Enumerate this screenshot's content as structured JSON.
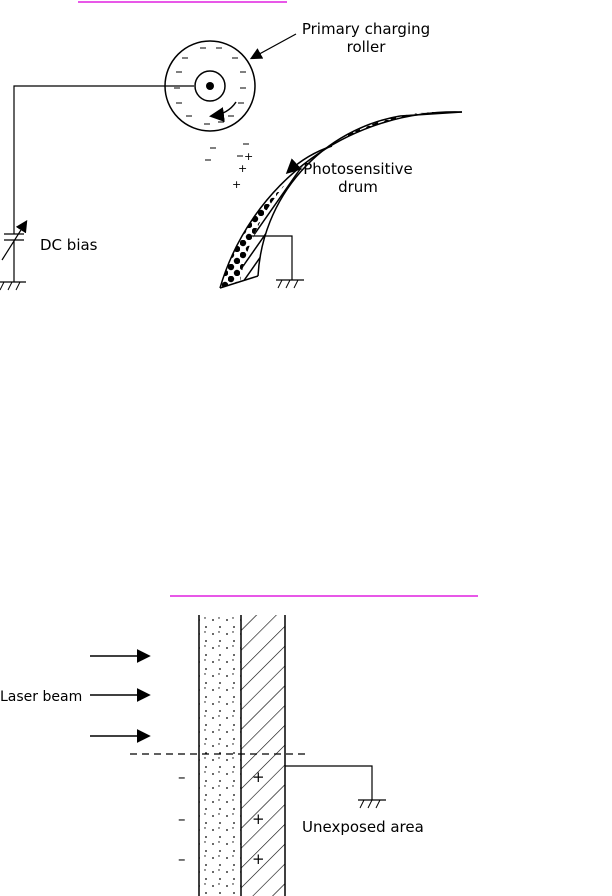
{
  "figure_top": {
    "primary_charging_roller_label": [
      "Primary charging",
      "roller"
    ],
    "photosensitive_drum_label": [
      "Photosensitive",
      "drum"
    ],
    "dc_bias_label": "DC bias",
    "roller_charge_sign": "–",
    "drum_charge_signs": {
      "positive": "+",
      "negative": "–"
    }
  },
  "figure_bottom": {
    "laser_beam_label": "Laser beam",
    "unexposed_area_label": "Unexposed area",
    "left_charge_sign": "–",
    "right_charge_sign": "+"
  },
  "colors": {
    "link_underline": "#e020e0",
    "ink": "#000000"
  }
}
